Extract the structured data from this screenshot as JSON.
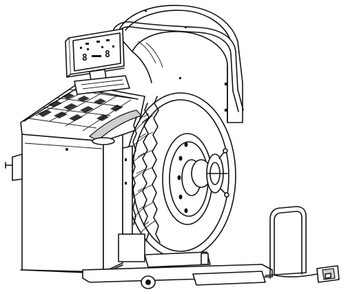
{
  "display": {
    "left_readout": "8",
    "right_readout": "8"
  },
  "colors": {
    "line": "#111111",
    "background": "#ffffff",
    "shade": "#cfcfcf"
  },
  "icons": [
    "wheel-balancer-illustration",
    "truck-tire-icon",
    "control-panel-icon",
    "wheel-lift-icon",
    "foot-pedal-icon"
  ]
}
